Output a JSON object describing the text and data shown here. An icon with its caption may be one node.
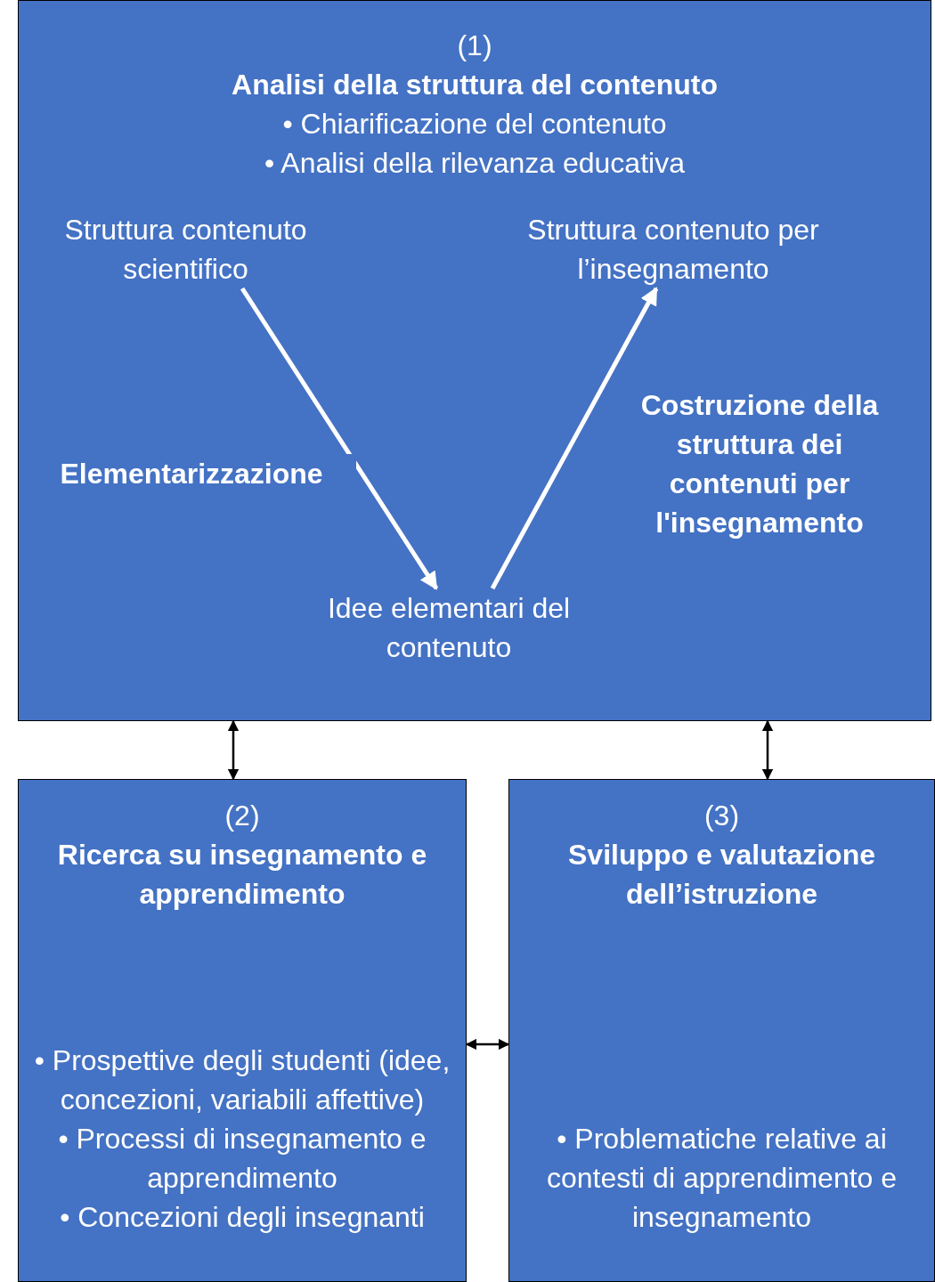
{
  "diagram": {
    "nodes": [
      {
        "text": [
          "(1)",
          "Analisi della struttura del contenuto",
          "• Chiarificazione del contenuto",
          "• Analisi della rilevanza educativa"
        ]
      },
      {
        "text": [
          "Struttura contenuto scientifico"
        ],
        "in": 0
      },
      {
        "text": [
          "Struttura contenuto per l’insegnamento"
        ],
        "in": 0
      },
      {
        "text": [
          "Idee elementari del contenuto"
        ],
        "in": 0
      },
      {
        "text": [
          "(2)",
          "Ricerca su insegnamento e apprendimento",
          "• Prospettive degli studenti (idee, concezioni, variabili affettive)",
          "• Processi di insegnamento e apprendimento",
          "• Concezioni degli insegnanti"
        ]
      },
      {
        "text": [
          "(3)",
          "Sviluppo e valutazione dell’istruzione",
          "• Problematiche relative ai contesti di apprendimento e insegnamento"
        ]
      }
    ],
    "edges": [
      {
        "from": 1,
        "to": 3,
        "arrow": "to",
        "label": "Elementarizzazione",
        "style": "thick",
        "color": "#ffffff"
      },
      {
        "from": 3,
        "to": 2,
        "arrow": "to",
        "label": "Costruzione della struttura dei contenuti per l'insegnamento",
        "style": "thick",
        "color": "#ffffff"
      },
      {
        "from": 0,
        "to": 4,
        "arrow": "both"
      },
      {
        "from": 0,
        "to": 5,
        "arrow": "both"
      },
      {
        "from": 4,
        "to": 5,
        "arrow": "both"
      }
    ]
  }
}
